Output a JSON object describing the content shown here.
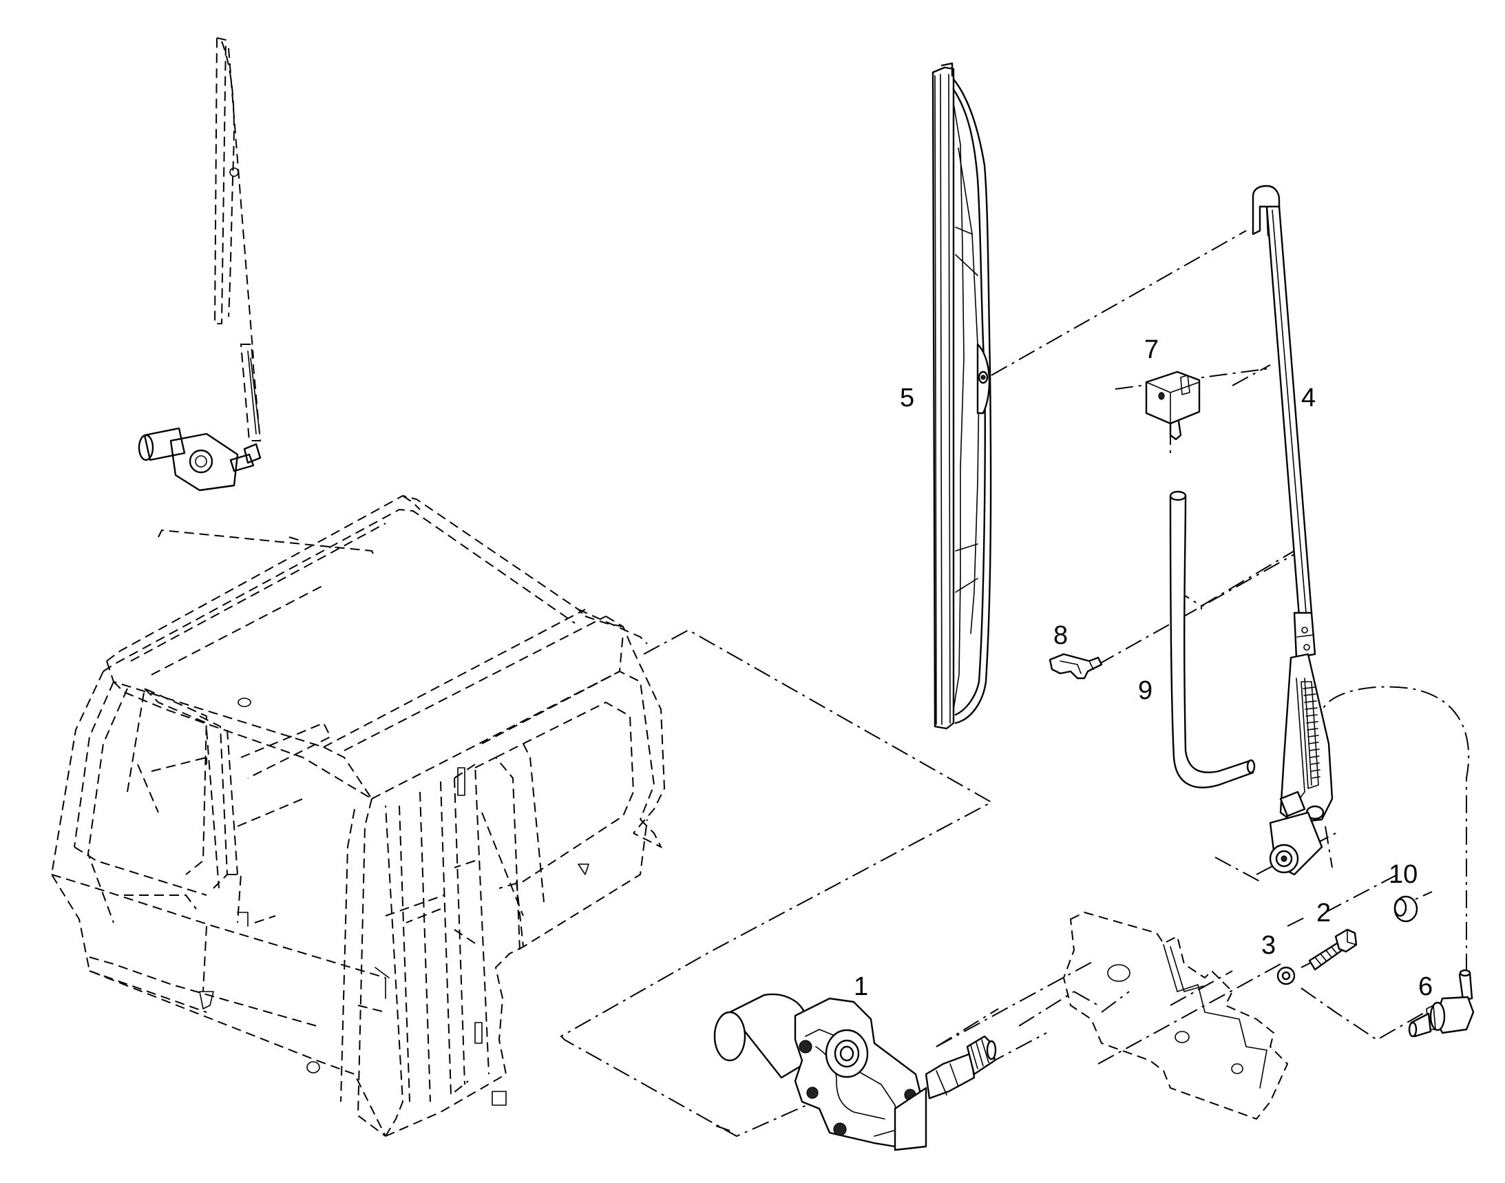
{
  "diagram": {
    "callouts": [
      {
        "id": "c1",
        "label": "1"
      },
      {
        "id": "c2",
        "label": "2"
      },
      {
        "id": "c3",
        "label": "3"
      },
      {
        "id": "c4",
        "label": "4"
      },
      {
        "id": "c5",
        "label": "5"
      },
      {
        "id": "c6",
        "label": "6"
      },
      {
        "id": "c7",
        "label": "7"
      },
      {
        "id": "c8",
        "label": "8"
      },
      {
        "id": "c9",
        "label": "9"
      },
      {
        "id": "c10",
        "label": "10"
      }
    ],
    "style": {
      "line_color": "#000000",
      "background": "#ffffff"
    }
  }
}
